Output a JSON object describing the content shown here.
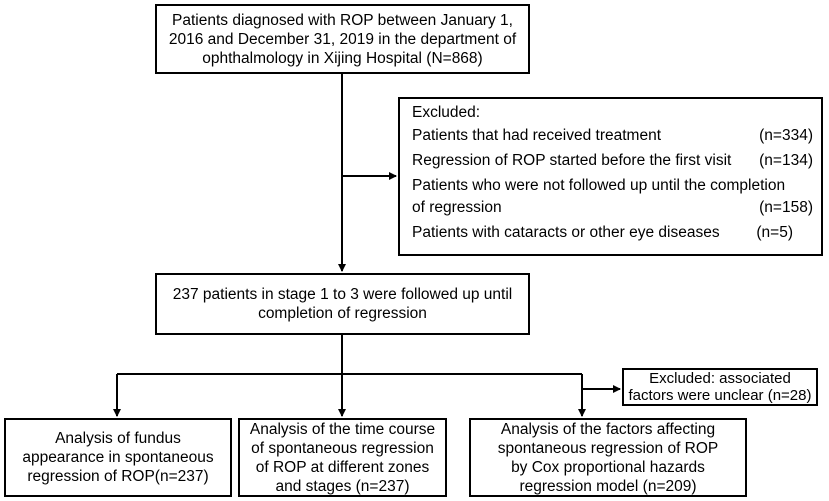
{
  "top_box": {
    "lines": [
      "Patients diagnosed with ROP between January 1,",
      "2016 and December 31, 2019 in the department of",
      "ophthalmology in Xijing Hospital (N=868)"
    ]
  },
  "excluded_box": {
    "title": "Excluded:",
    "items": [
      {
        "text": "Patients that had received treatment",
        "count": "(n=334)"
      },
      {
        "text": "Regression of ROP started before the first visit",
        "count": "(n=134)"
      },
      {
        "text": "Patients who were not followed up until the completion",
        "count": ""
      },
      {
        "text": "of regression",
        "count": "(n=158)"
      },
      {
        "text": "Patients with cataracts or other eye diseases",
        "count": "(n=5)"
      }
    ]
  },
  "middle_box": {
    "lines": [
      "237 patients in stage 1 to 3 were followed up until",
      "completion  of regression"
    ]
  },
  "side_excluded_box": {
    "lines": [
      "Excluded:  associated",
      "factors were unclear (n=28)"
    ]
  },
  "bottom_boxes": [
    {
      "lines": [
        "Analysis of fundus",
        "appearance in spontaneous",
        "regression of ROP(n=237)"
      ]
    },
    {
      "lines": [
        "Analysis of the time course",
        "of spontaneous regression",
        "of ROP at different zones",
        "and stages (n=237)"
      ]
    },
    {
      "lines": [
        "Analysis  of the factors affecting",
        "spontaneous regression of ROP",
        "by Cox proportional hazards",
        "regression model (n=209)"
      ]
    }
  ]
}
